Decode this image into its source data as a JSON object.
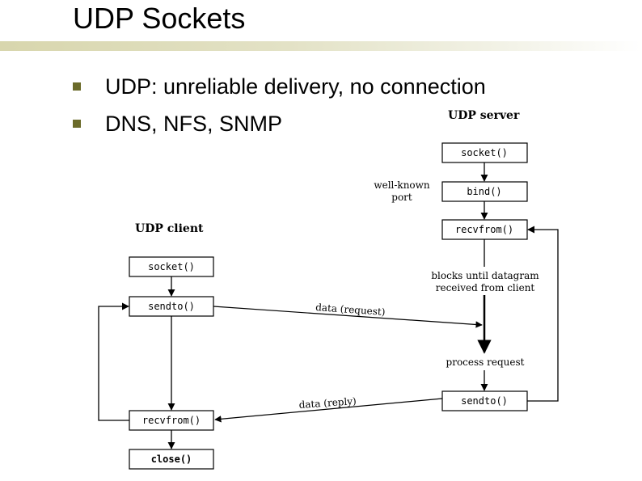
{
  "slide": {
    "title": "UDP Sockets",
    "bullets": [
      "UDP: unreliable delivery, no connection",
      "DNS, NFS, SNMP"
    ]
  },
  "diagram": {
    "server_heading": "UDP server",
    "client_heading": "UDP client",
    "server_boxes": [
      "socket()",
      "bind()",
      "recvfrom()",
      "sendto()"
    ],
    "client_boxes": [
      "socket()",
      "sendto()",
      "recvfrom()",
      "close()"
    ],
    "port_label_line1": "well-known",
    "port_label_line2": "port",
    "blocks_line1": "blocks until datagram",
    "blocks_line2": "received from client",
    "process_label": "process request",
    "request_label": "data (request)",
    "reply_label": "data (reply)"
  },
  "colors": {
    "bullet": "#6b6b2a",
    "rule": "#d8d6ad"
  }
}
